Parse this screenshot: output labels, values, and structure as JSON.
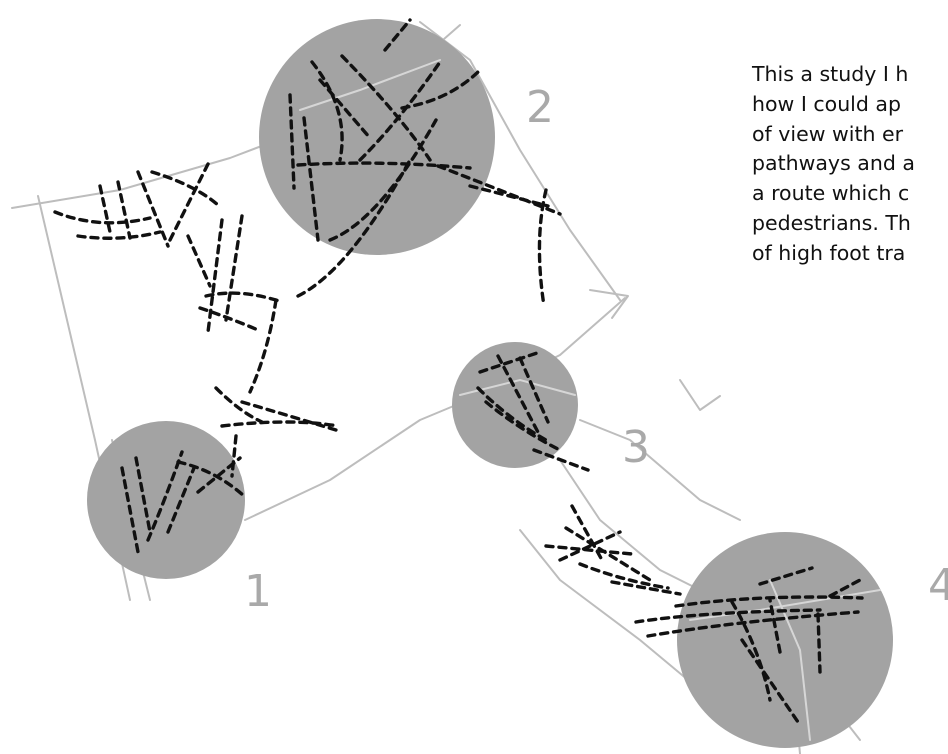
{
  "diagram": {
    "colors": {
      "zone_fill": "#a3a3a3",
      "path_line": "#bfbfbf",
      "footprint_stroke": "#111111",
      "label_color": "#a9a9a9",
      "text_color": "#111111"
    },
    "zones": [
      {
        "label": "1"
      },
      {
        "label": "2"
      },
      {
        "label": "3"
      },
      {
        "label": "4"
      }
    ],
    "description_lines": [
      "This a study I h",
      "how I could ap",
      "of view with er",
      "pathways and a",
      "a route which c",
      "pedestrians. Th",
      "of high foot tra"
    ]
  }
}
